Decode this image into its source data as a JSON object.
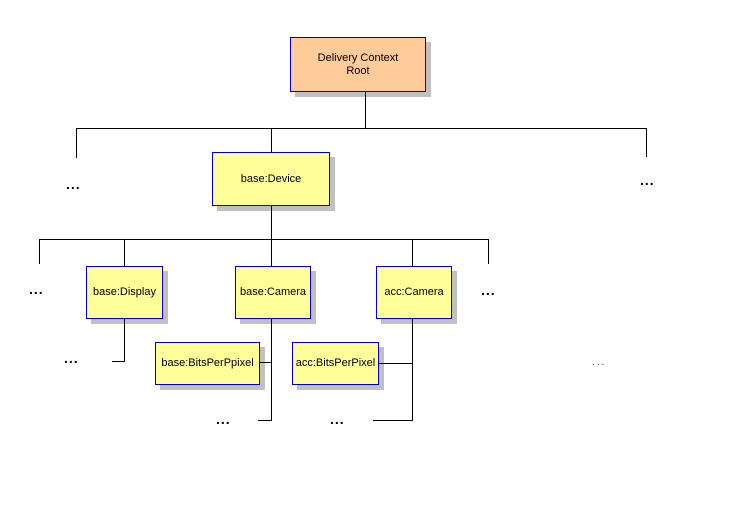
{
  "palette": {
    "root_fill": "#ffcc99",
    "node_fill": "#ffff99",
    "node_border": "#0000cc",
    "shadow": "#c0c0c0",
    "line": "#000000",
    "text": "#000000"
  },
  "nodes": {
    "root": {
      "label": "Delivery Context\nRoot"
    },
    "device": {
      "label": "base:Device"
    },
    "display": {
      "label": "base:Display"
    },
    "base_camera": {
      "label": "base:Camera"
    },
    "acc_camera": {
      "label": "acc:Camera"
    },
    "base_bits_per_pixel": {
      "label": "base:BitsPerPpixel"
    },
    "acc_bits_per_pixel": {
      "label": "acc:BitsPerPixel"
    }
  },
  "ellipsis": {
    "level1_left": "...",
    "level1_right": "...",
    "level2_left": "...",
    "level2_right": "...",
    "display_children": "...",
    "base_camera_children": "...",
    "acc_camera_children": "...",
    "far_right": "..."
  }
}
